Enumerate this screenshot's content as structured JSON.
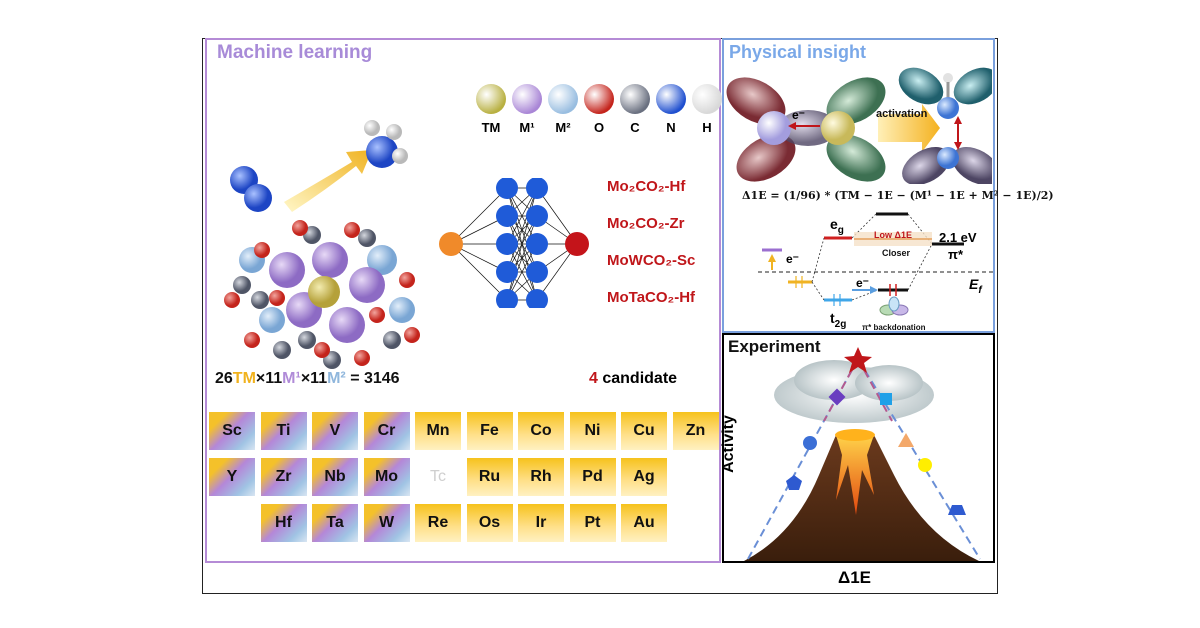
{
  "machine_learning": {
    "title": "Machine learning",
    "legend": [
      {
        "label": "TM",
        "color": "#b8b041"
      },
      {
        "label": "M¹",
        "color": "#a986d6"
      },
      {
        "label": "M²",
        "color": "#98bde0"
      },
      {
        "label": "O",
        "color": "#c4241c"
      },
      {
        "label": "C",
        "color": "#6a7080"
      },
      {
        "label": "N",
        "color": "#1f4fcf"
      },
      {
        "label": "H",
        "color": "#d8d8d8"
      }
    ],
    "candidates": [
      "Mo₂CO₂-Hf",
      "Mo₂CO₂-Zr",
      "MoWCO₂-Sc",
      "MoTaCO₂-Hf"
    ],
    "formula": {
      "n_tm": "26",
      "tm": "TM",
      "x1": "×11",
      "m1": "M¹",
      "x2": "×11",
      "m2": "M²",
      "total": " = 3146"
    },
    "candidate_count": {
      "number": "4",
      "text": " candidate"
    },
    "periodic_table": [
      [
        {
          "symbol": "Sc",
          "style": "mix"
        },
        {
          "symbol": "Ti",
          "style": "mix"
        },
        {
          "symbol": "V",
          "style": "mix"
        },
        {
          "symbol": "Cr",
          "style": "mix"
        },
        {
          "symbol": "Mn",
          "style": "gold"
        },
        {
          "symbol": "Fe",
          "style": "gold"
        },
        {
          "symbol": "Co",
          "style": "gold"
        },
        {
          "symbol": "Ni",
          "style": "gold"
        },
        {
          "symbol": "Cu",
          "style": "gold"
        },
        {
          "symbol": "Zn",
          "style": "gold"
        }
      ],
      [
        {
          "symbol": "Y",
          "style": "mix"
        },
        {
          "symbol": "Zr",
          "style": "mix"
        },
        {
          "symbol": "Nb",
          "style": "mix"
        },
        {
          "symbol": "Mo",
          "style": "mix"
        },
        {
          "symbol": "Tc",
          "style": "empty"
        },
        {
          "symbol": "Ru",
          "style": "gold"
        },
        {
          "symbol": "Rh",
          "style": "gold"
        },
        {
          "symbol": "Pd",
          "style": "gold"
        },
        {
          "symbol": "Ag",
          "style": "gold"
        }
      ],
      [
        {
          "symbol": "",
          "style": "none"
        },
        {
          "symbol": "Hf",
          "style": "mix"
        },
        {
          "symbol": "Ta",
          "style": "mix"
        },
        {
          "symbol": "W",
          "style": "mix"
        },
        {
          "symbol": "Re",
          "style": "gold"
        },
        {
          "symbol": "Os",
          "style": "gold"
        },
        {
          "symbol": "Ir",
          "style": "gold"
        },
        {
          "symbol": "Pt",
          "style": "gold"
        },
        {
          "symbol": "Au",
          "style": "gold"
        }
      ]
    ]
  },
  "physical_insight": {
    "title": "Physical insight",
    "electron_label": "e⁻",
    "activation_label": "activation",
    "equation": "Δ1E = (1/96) * (TM − 1E − (M¹ − 1E + M² − 1E)/2)",
    "eg": "e",
    "eg_sub": "g",
    "t2g": "t",
    "t2g_sub": "2g",
    "low_label": "Low Δ1E",
    "closer_label": "Closer",
    "energy_value": "2.1 eV",
    "pi_star": "π*",
    "fermi": "E",
    "fermi_sub": "f",
    "backdonation": "π* backdonation"
  },
  "experiment": {
    "title": "Experiment",
    "ylabel": "Activity",
    "xlabel": "Δ1E",
    "colors": {
      "line": "#6a8fd6",
      "dash2": "#b45a8f",
      "star": "#c0161a"
    }
  }
}
